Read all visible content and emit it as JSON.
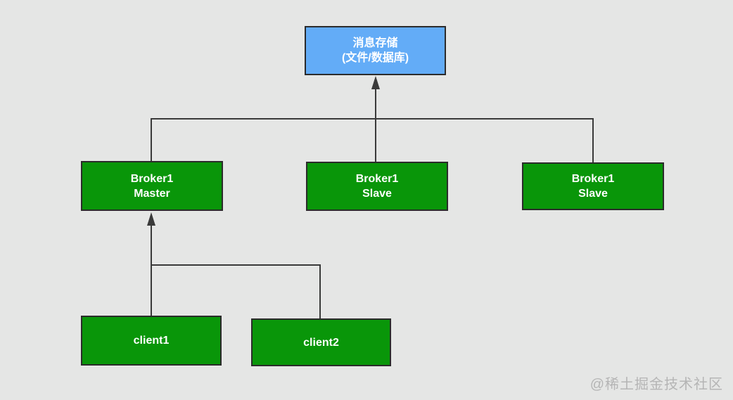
{
  "diagram": {
    "title": "RocketMQ broker cluster diagram",
    "nodes": {
      "storage": {
        "line1": "消息存储",
        "line2": "(文件/数据库)"
      },
      "master": {
        "line1": "Broker1",
        "line2": "Master"
      },
      "slave_mid": {
        "line1": "Broker1",
        "line2": "Slave"
      },
      "slave_right": {
        "line1": "Broker1",
        "line2": "Slave"
      },
      "client1": {
        "line1": "client1"
      },
      "client2": {
        "line1": "client2"
      }
    },
    "edges": [
      {
        "from": "master",
        "to": "storage",
        "arrow": true
      },
      {
        "from": "slave_mid",
        "to": "storage",
        "arrow": true
      },
      {
        "from": "slave_right",
        "to": "storage",
        "arrow": true
      },
      {
        "from": "client1",
        "to": "master",
        "arrow": true
      },
      {
        "from": "client2",
        "to": "master",
        "arrow": true
      }
    ]
  },
  "colors": {
    "background": "#e5e6e5",
    "storage_fill": "#63acf7",
    "broker_fill": "#099609",
    "node_border": "#2b2b2b",
    "connector": "#3a3a3a",
    "node_text": "#ffffff",
    "watermark": "#b5b5b5"
  },
  "watermark": {
    "text": "@稀土掘金技术社区"
  }
}
